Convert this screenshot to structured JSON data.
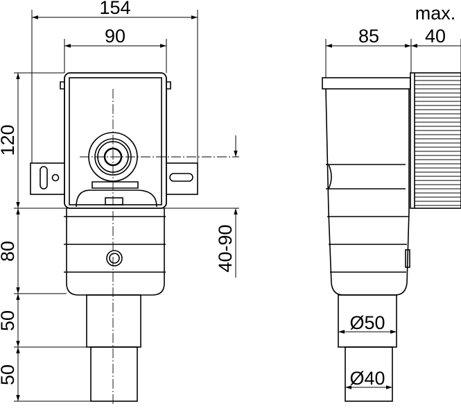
{
  "front_view": {
    "dim_total_width": "154",
    "dim_box_width": "90",
    "dim_box_height": "120",
    "dim_body_height": "80",
    "dim_pipe1_height": "50",
    "dim_pipe2_height": "50",
    "dim_outlet_range": "40-90"
  },
  "side_view": {
    "dim_depth": "85",
    "dim_max_label": "max.",
    "dim_extension": "40",
    "dia_pipe1": "Ø50",
    "dia_pipe2": "Ø40"
  }
}
